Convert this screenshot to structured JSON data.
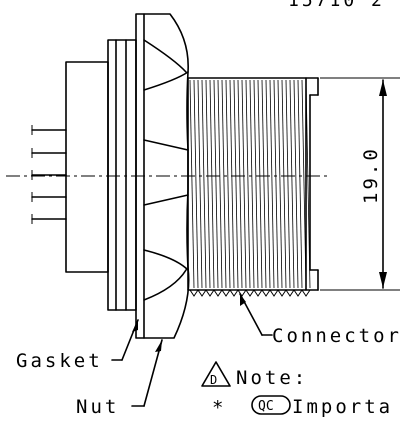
{
  "drawing": {
    "top_text": "15710 2",
    "dimension_value": "19.0",
    "labels": {
      "connector": "Connector",
      "gasket": "Gasket",
      "nut": "Nut"
    },
    "note": {
      "revision_marker": "D",
      "title": "Note:",
      "bullet": "*",
      "qc_symbol": "QC",
      "text": "Importa"
    }
  }
}
